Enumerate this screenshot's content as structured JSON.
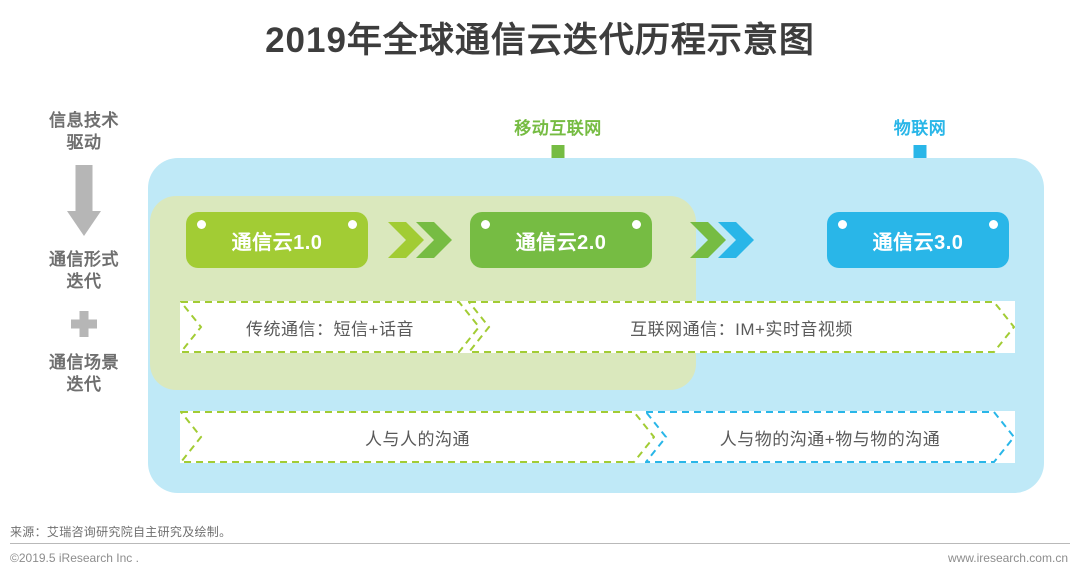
{
  "title": "2019年全球通信云迭代历程示意图",
  "left_axis": {
    "driver_label": [
      "信息技术",
      "驱动"
    ],
    "driver_line1": "信息技术",
    "driver_line2": "驱动",
    "form_line1": "通信形式",
    "form_line2": "迭代",
    "plus": "+",
    "scene_line1": "通信场景",
    "scene_line2": "迭代",
    "arrow_icon": "down-arrow-icon",
    "plus_icon": "plus-icon"
  },
  "callouts": [
    {
      "label": "移动互联网",
      "color": "#76bc43",
      "icon": "down-arrow-icon"
    },
    {
      "label": "物联网",
      "color": "#29b6e8",
      "icon": "down-arrow-icon"
    }
  ],
  "stages": [
    {
      "label": "通信云1.0",
      "color": "#a2cc34"
    },
    {
      "label": "通信云2.0",
      "color": "#76bc43"
    },
    {
      "label": "通信云3.0",
      "color": "#29b6e8"
    }
  ],
  "connectors": [
    {
      "name": "chevron-green-pair",
      "color_a": "#a2cc34",
      "color_b": "#76bc43"
    },
    {
      "name": "chevron-green-blue-pair",
      "color_a": "#76bc43",
      "color_b": "#29b6e8"
    }
  ],
  "form_row": [
    {
      "text": "传统通信：短信+话音",
      "border_color": "#a2cc34"
    },
    {
      "text": "互联网通信：IM+实时音视频",
      "border_color": "#a2cc34"
    }
  ],
  "scene_row": [
    {
      "text": "人与人的沟通",
      "border_color": "#a2cc34"
    },
    {
      "text": "人与物的沟通+物与物的沟通",
      "border_color": "#29b6e8"
    }
  ],
  "panels": {
    "outer_color": "#bfe9f7",
    "inner_color": "#dae8bd"
  },
  "footer": {
    "source": "来源：艾瑞咨询研究院自主研究及绘制。",
    "copyright": "©2019.5 iResearch Inc .",
    "website": "www.iresearch.com.cn"
  }
}
